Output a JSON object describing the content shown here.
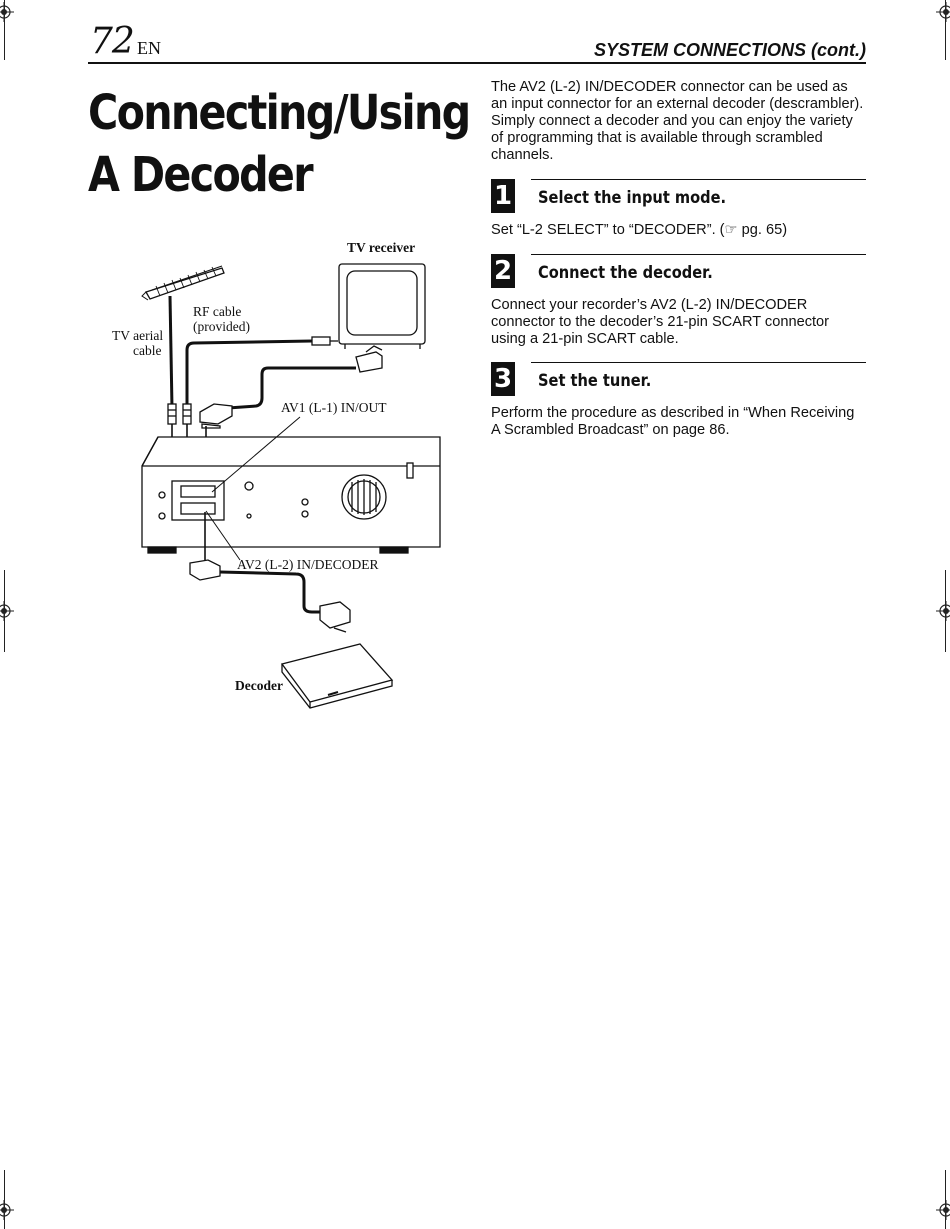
{
  "header": {
    "page_number": "72",
    "language": "EN",
    "section": "SYSTEM CONNECTIONS (cont.)"
  },
  "title": {
    "line1": "Connecting/Using",
    "line2": "A Decoder"
  },
  "intro": "The AV2 (L-2) IN/DECODER connector can be used as an input connector for an external decoder (descrambler). Simply connect a decoder and you can enjoy the variety of programming that is available through scrambled channels.",
  "steps": [
    {
      "number": "1",
      "title": "Select the input mode.",
      "text": "Set “L-2 SELECT” to “DECODER”. (☞ pg. 65)"
    },
    {
      "number": "2",
      "title": "Connect the decoder.",
      "text": "Connect your recorder’s AV2 (L-2) IN/DECODER connector to the decoder’s 21-pin SCART connector using a 21-pin SCART cable."
    },
    {
      "number": "3",
      "title": "Set the tuner.",
      "text": "Perform the procedure as described in “When Receiving A Scrambled Broadcast” on page 86."
    }
  ],
  "diagram": {
    "tv_receiver": "TV receiver",
    "rf_cable_line1": "RF cable",
    "rf_cable_line2": "(provided)",
    "tv_aerial_line1": "TV aerial",
    "tv_aerial_line2": "cable",
    "av1": "AV1 (L-1) IN/OUT",
    "av2": "AV2 (L-2) IN/DECODER",
    "decoder": "Decoder"
  }
}
